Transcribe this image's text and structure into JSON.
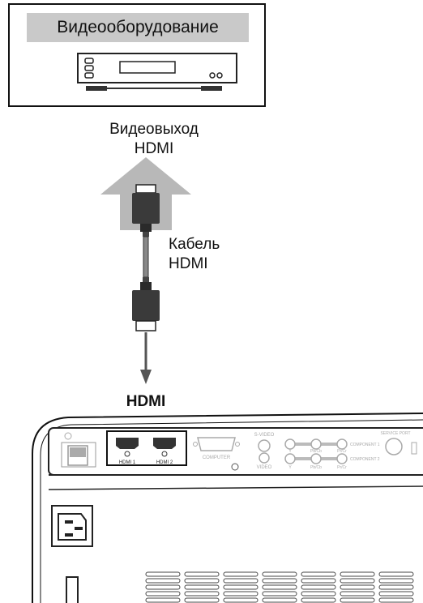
{
  "device": {
    "title": "Видеооборудование"
  },
  "labels": {
    "video_out_line1": "Видеовыход",
    "video_out_line2": "HDMI",
    "cable_line1": "Кабель",
    "cable_line2": "HDMI",
    "hdmi_port": "HDMI"
  },
  "projector": {
    "ports": {
      "hdmi1": "HDMI 1",
      "hdmi2": "HDMI 2",
      "computer": "COMPUTER",
      "s_video": "S-VIDEO",
      "video": "VIDEO",
      "service_port": "SERVICE PORT",
      "component1": "COMPONENT 1",
      "component2": "COMPONENT 2",
      "y_top": "Y",
      "pb_top": "Pb/Cb",
      "pr_top": "Pr/Cr",
      "y_bottom": "Y",
      "pb_bottom": "Pb/Cb",
      "pr_bottom": "Pr/Cr"
    }
  },
  "colors": {
    "arrow_fill": "#b8b8b8",
    "title_bar": "#c9c9c9",
    "connector": "#3a3a3a",
    "port_text": "#aaaaaa"
  }
}
